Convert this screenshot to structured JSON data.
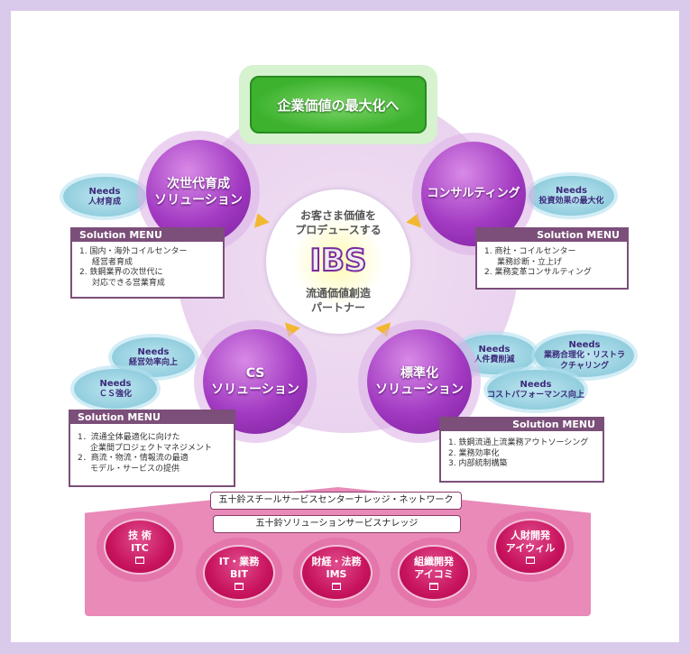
{
  "goal": "企業価値の最大化へ",
  "center": {
    "line1": "お客さま価値を",
    "line2": "プロデュースする",
    "brand": "IBS",
    "line3": "流通価値創造",
    "line4": "パートナー"
  },
  "solutions": [
    {
      "l1": "次世代育成",
      "l2": "ソリューション"
    },
    {
      "l1": "コンサルティング",
      "l2": ""
    },
    {
      "l1": "CS",
      "l2": "ソリューション"
    },
    {
      "l1": "標準化",
      "l2": "ソリューション"
    }
  ],
  "needs": [
    {
      "h": "Needs",
      "t": "人材育成"
    },
    {
      "h": "Needs",
      "t": "投資効果の最大化"
    },
    {
      "h": "Needs",
      "t": "経営効率向上"
    },
    {
      "h": "Needs",
      "t": "ＣＳ強化"
    },
    {
      "h": "Needs",
      "t": "人件費削減"
    },
    {
      "h": "Needs",
      "t": "業務合理化・リストラクチャリング"
    },
    {
      "h": "Needs",
      "t": "コストパフォーマンス向上"
    }
  ],
  "menus": [
    {
      "title": "Solution MENU",
      "items": [
        {
          "m": "1. 国内・海外コイルセンター",
          "s": "経営者育成"
        },
        {
          "m": "2. 鉄鋼業界の次世代に",
          "s": "対応できる営業育成"
        }
      ]
    },
    {
      "title": "Solution MENU",
      "items": [
        {
          "m": "1. 商社・コイルセンター",
          "s": "業務診断・立上げ"
        },
        {
          "m": "2. 業務変革コンサルティング",
          "s": ""
        }
      ]
    },
    {
      "title": "Solution MENU",
      "items": [
        {
          "m": "1．流通全体最適化に向けた",
          "s": "企業間プロジェクトマネジメント"
        },
        {
          "m": "2．商流・物流・情報流の最適",
          "s": "モデル・サービスの提供"
        }
      ]
    },
    {
      "title": "Solution MENU",
      "items": [
        {
          "m": "1. 鉄鋼流通上流業務アウトソーシング",
          "s": ""
        },
        {
          "m": "2. 業務効率化",
          "s": ""
        },
        {
          "m": "3. 内部統制構築",
          "s": ""
        }
      ]
    }
  ],
  "bars": [
    "五十鈴スチールサービスセンターナレッジ・ネットワーク",
    "五十鈴ソリューションサービスナレッジ"
  ],
  "knowledge": [
    {
      "l1": "技 術",
      "l2": "ITC"
    },
    {
      "l1": "IT・業務",
      "l2": "BIT"
    },
    {
      "l1": "財経・法務",
      "l2": "IMS"
    },
    {
      "l1": "組織開発",
      "l2": "アイコミ"
    },
    {
      "l1": "人財開発",
      "l2": "アイウィル"
    }
  ]
}
